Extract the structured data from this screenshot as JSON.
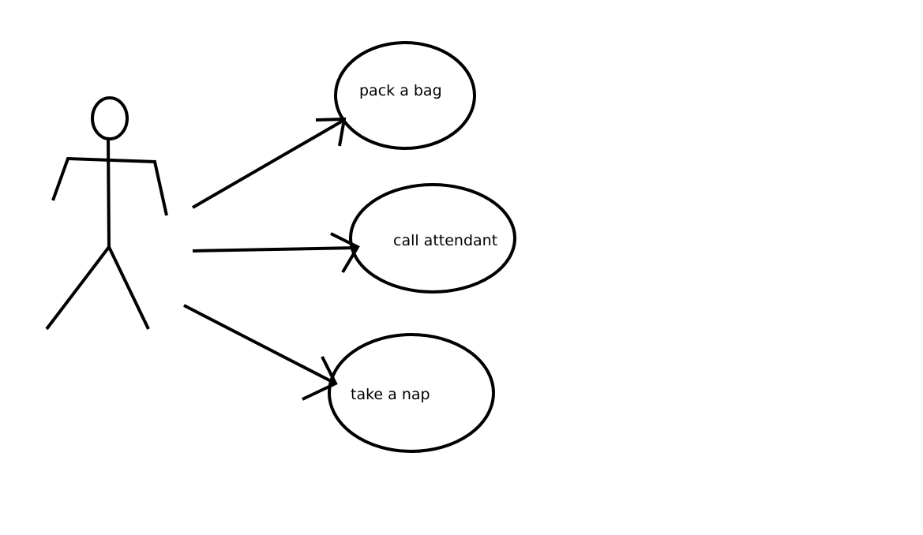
{
  "diagram": {
    "use_cases": [
      {
        "label": "pack a bag"
      },
      {
        "label": "call attendant"
      },
      {
        "label": "take a nap"
      }
    ]
  }
}
